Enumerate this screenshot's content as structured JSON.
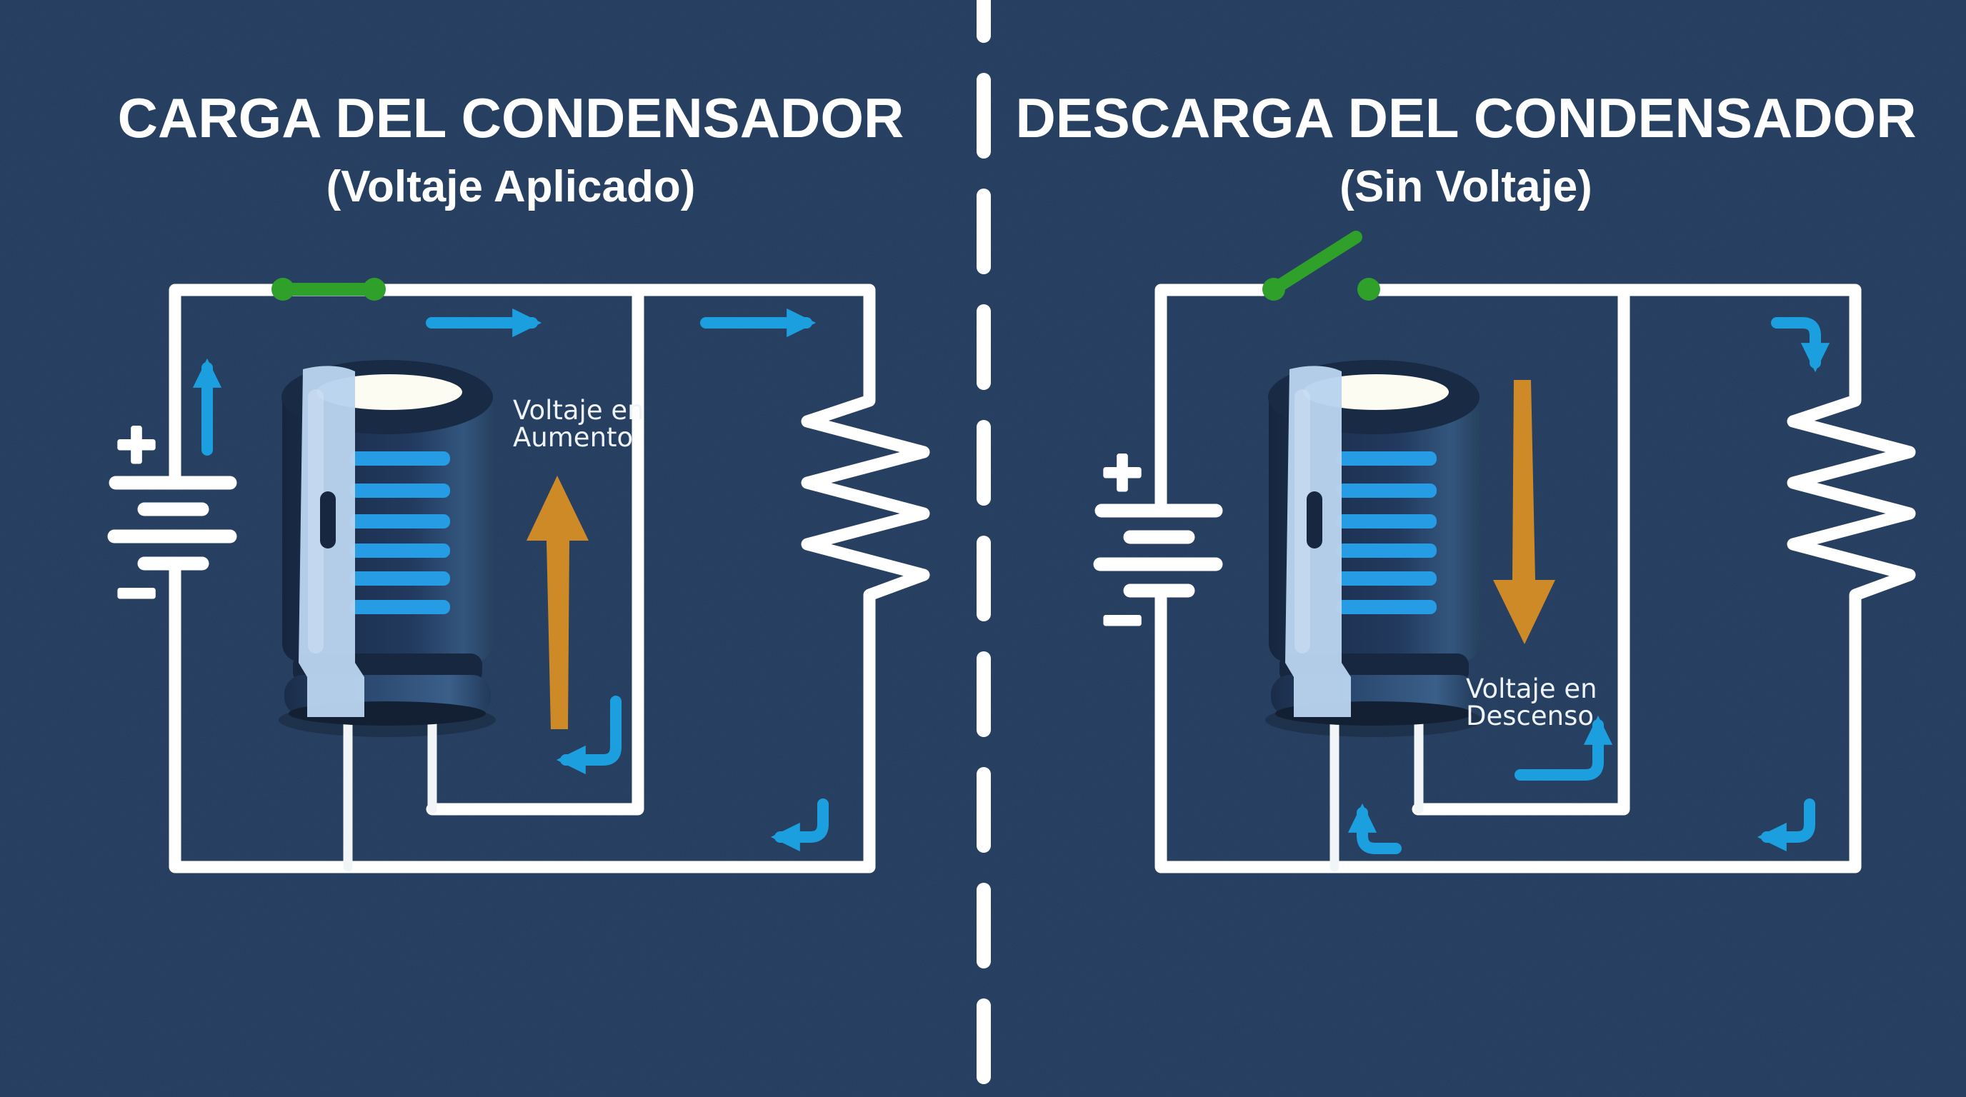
{
  "panels": {
    "left": {
      "title": "CARGA DEL CONDENSADOR",
      "subtitle": "(Voltaje Aplicado)",
      "capacitor_label": {
        "line1": "Voltaje en",
        "line2": "Aumento"
      },
      "battery": {
        "positive": "+",
        "negative": "−"
      },
      "switch_state": "closed",
      "voltage_arrow_direction": "up",
      "current_flow": "clockwise"
    },
    "right": {
      "title": "DESCARGA DEL CONDENSADOR",
      "subtitle": "(Sin Voltaje)",
      "capacitor_label": {
        "line1": "Voltaje en",
        "line2": "Descenso"
      },
      "battery": {
        "positive": "+",
        "negative": "−"
      },
      "switch_state": "open",
      "voltage_arrow_direction": "down",
      "current_flow": "counterclockwise"
    }
  },
  "colors": {
    "background": "#213a5c",
    "wire": "#ffffff",
    "current_arrow": "#1b9fdf",
    "voltage_arrow": "#cf8a28",
    "switch_green": "#2fa02a",
    "capacitor_stripe": "#259ce3",
    "label_text": "#eef3f8",
    "title_text": "#ffffff"
  }
}
